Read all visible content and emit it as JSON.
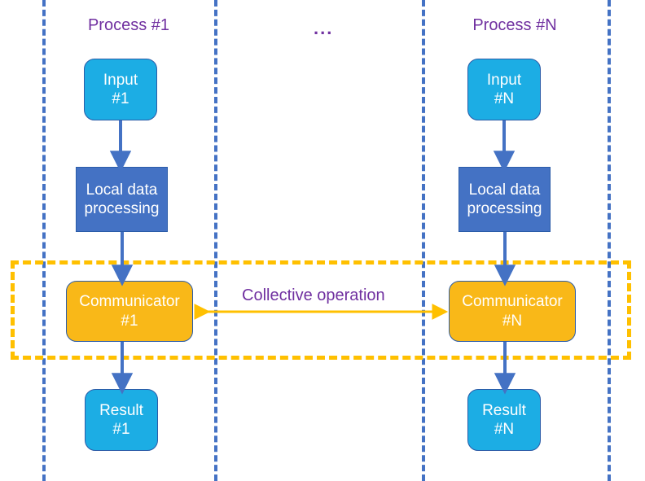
{
  "diagram": {
    "title_process_1": "Process #1",
    "title_process_n": "Process #N",
    "ellipsis": "...",
    "collective_label": "Collective operation",
    "colors": {
      "process_title": "#7030A0",
      "input_fill": "#1CADE4",
      "processing_fill": "#4472C4",
      "communicator_fill": "#F9B818",
      "result_fill": "#1CADE4",
      "node_border": "#2B5CA8",
      "lane_divider": "#4472C4",
      "collective_box": "#FFC000",
      "collective_arrow": "#FFC000",
      "flow_arrow": "#4472C4",
      "node_text": "#FFFFFF"
    },
    "columns": [
      {
        "id": "process-1",
        "title": "Process #1",
        "nodes": {
          "input": {
            "line1": "Input",
            "line2": "#1"
          },
          "processing": {
            "line1": "Local data",
            "line2": "processing"
          },
          "communicator": {
            "line1": "Communicator",
            "line2": "#1"
          },
          "result": {
            "line1": "Result",
            "line2": "#1"
          }
        }
      },
      {
        "id": "process-n",
        "title": "Process #N",
        "nodes": {
          "input": {
            "line1": "Input",
            "line2": "#N"
          },
          "processing": {
            "line1": "Local data",
            "line2": "processing"
          },
          "communicator": {
            "line1": "Communicator",
            "line2": "#N"
          },
          "result": {
            "line1": "Result",
            "line2": "#N"
          }
        }
      }
    ]
  }
}
